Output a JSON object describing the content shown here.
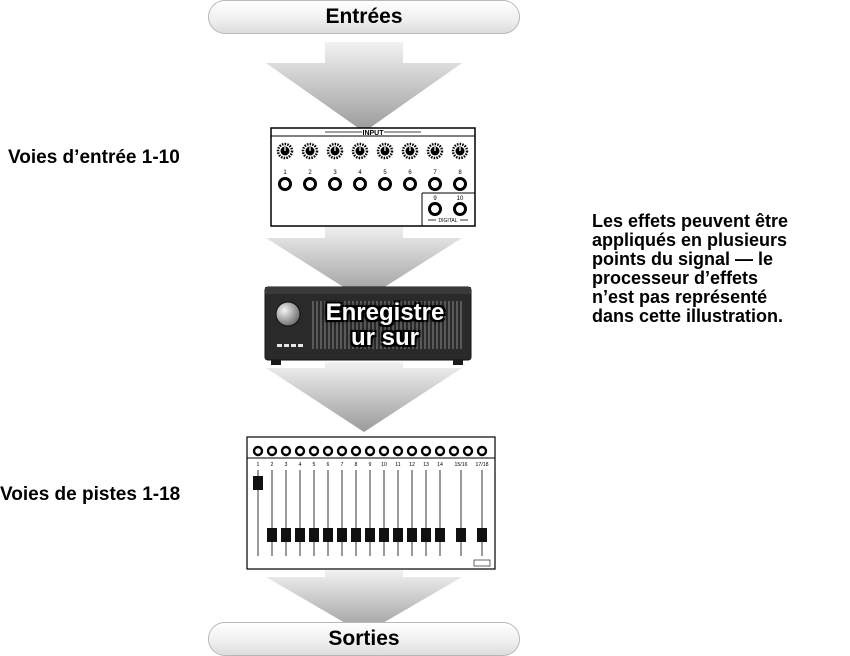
{
  "diagram": {
    "top_label": "Entrées",
    "bottom_label": "Sorties",
    "input_section": {
      "label": "Voies d’entrée 1-10",
      "panel_title": "INPUT",
      "channel_numbers": [
        "1",
        "2",
        "3",
        "4",
        "5",
        "6",
        "7",
        "8",
        "9",
        "10"
      ],
      "digital_label": "DIGITAL"
    },
    "recorder": {
      "label_line1": "Enregistre",
      "label_line2": "ur sur"
    },
    "track_section": {
      "label": "Voies de pistes 1-18",
      "channel_numbers": [
        "1",
        "2",
        "3",
        "4",
        "5",
        "6",
        "7",
        "8",
        "9",
        "10",
        "11",
        "12",
        "13",
        "14",
        "15/16",
        "17/18"
      ]
    },
    "note_lines": [
      "Les effets peuvent être",
      "appliqués en plusieurs",
      "points du signal — le",
      "processeur d’effets",
      "n’est pas représenté",
      "dans cette illustration."
    ],
    "colors": {
      "arrow_light": "#eeeeee",
      "arrow_dark": "#9a9a9a",
      "device_body": "#2a2a2a"
    }
  }
}
